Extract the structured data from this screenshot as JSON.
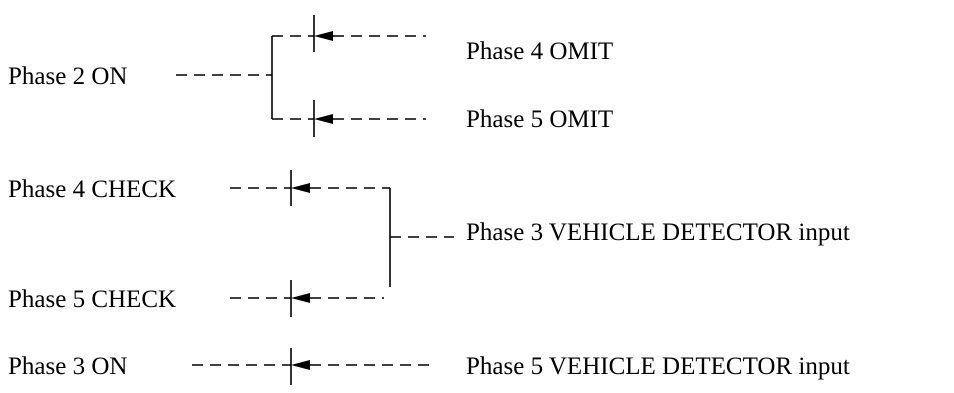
{
  "labels": {
    "phase2_on": "Phase 2 ON",
    "phase4_omit": "Phase 4 OMIT",
    "phase5_omit": "Phase 5 OMIT",
    "phase4_check": "Phase 4 CHECK",
    "phase5_check": "Phase 5 CHECK",
    "phase3_vehicle_detector": "Phase 3 VEHICLE DETECTOR input",
    "phase3_on": "Phase 3 ON",
    "phase5_vehicle_detector": "Phase 5 VEHICLE DETECTOR input"
  },
  "colors": {
    "line": "#000000",
    "text": "#000000",
    "background": "#ffffff"
  }
}
